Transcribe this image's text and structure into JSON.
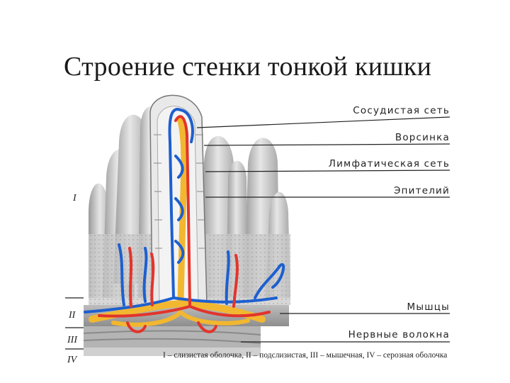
{
  "title": "Строение стенки тонкой кишки",
  "labels": {
    "vascular_net": "Сосудистая сеть",
    "villus": "Ворсинка",
    "lymphatic_net": "Лимфатическая сеть",
    "epithelium": "Эпителий",
    "muscles": "Мышцы",
    "nerve_fibers": "Нервные волокна"
  },
  "layers": {
    "i": "I",
    "ii": "II",
    "iii": "III",
    "iv": "IV"
  },
  "caption": "I – слизистая оболочка, II – подслизистая, III – мышечная, IV – серозная оболочка",
  "colors": {
    "artery": "#e2342c",
    "vein": "#1d5fcf",
    "lymph": "#f2b730",
    "tissue": "#cfcfcf"
  }
}
